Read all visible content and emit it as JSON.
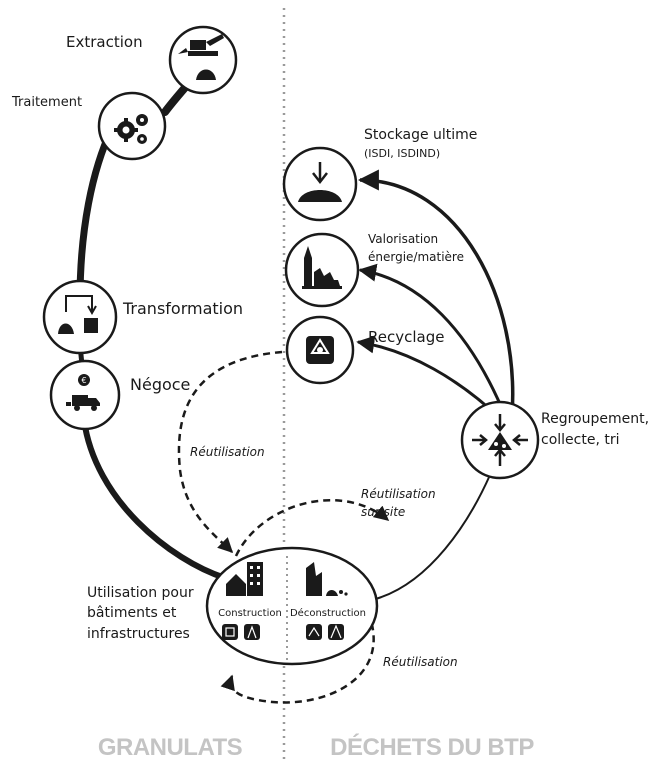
{
  "stages_left": {
    "extraction": "Extraction",
    "traitement": "Traitement",
    "transformation": "Transformation",
    "negoce": "Négoce",
    "utilisation": [
      "Utilisation pour",
      "bâtiments et",
      "infrastructures"
    ]
  },
  "stages_right": {
    "stockage": [
      "Stockage ultime",
      "(ISDI, ISDIND)"
    ],
    "valorisation": [
      "Valorisation",
      "énergie/matière"
    ],
    "recyclage": "Recyclage",
    "regroupement": [
      "Regroupement,",
      "collecte, tri"
    ]
  },
  "center": {
    "construction": "Construction",
    "deconstruction": "Déconstruction"
  },
  "flows": {
    "reutilisation_left": "Réutilisation",
    "reutilisation_site": [
      "Réutilisation",
      "sur site"
    ],
    "reutilisation_bottom": "Réutilisation"
  },
  "footer": {
    "left": "GRANULATS",
    "right": "DÉCHETS DU BTP"
  },
  "icons": [
    "excavator-icon",
    "gears-icon",
    "transformation-icon",
    "trade-truck-icon",
    "buildings-icon",
    "demolition-icon",
    "landfill-icon",
    "energy-recovery-icon",
    "recycling-icon",
    "sorting-icon"
  ],
  "colors": {
    "ink": "#1a1a1a",
    "footer": "#c4c4c4",
    "divider": "#9a9a9a"
  }
}
